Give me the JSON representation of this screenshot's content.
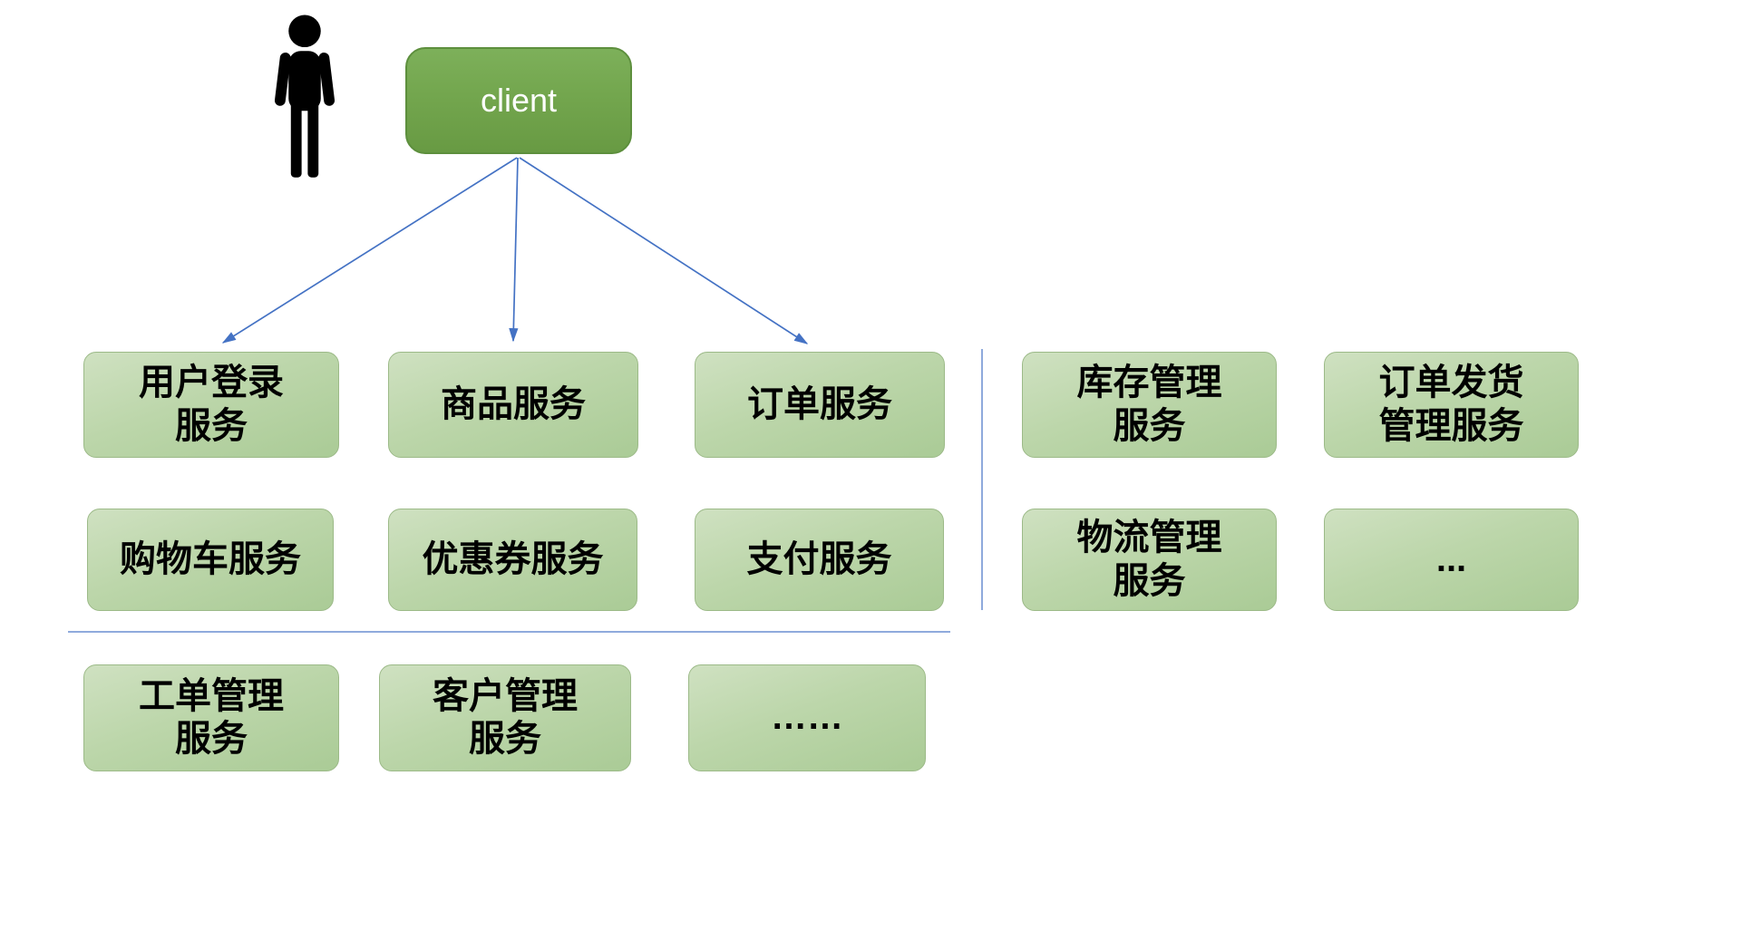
{
  "page": {
    "background": "#ffffff"
  },
  "colors": {
    "client_fill": "#73a64e",
    "client_border": "#5d8f3d",
    "client_text": "#ffffff",
    "service_fill": "#bcd6aa",
    "service_border": "#9cba88",
    "service_text": "#000000",
    "arrow": "#4472c4",
    "divider": "#8faadc",
    "person_icon": "#000000"
  },
  "icons": {
    "person": "person-icon"
  },
  "client": {
    "label": "client"
  },
  "services": {
    "user_login": {
      "text": "用户登录\n服务"
    },
    "product": {
      "text": "商品服务"
    },
    "order": {
      "text": "订单服务"
    },
    "inventory": {
      "text": "库存管理\n服务"
    },
    "order_shipping": {
      "text": "订单发货\n管理服务"
    },
    "cart": {
      "text": "购物车服务"
    },
    "coupon": {
      "text": "优惠券服务"
    },
    "payment": {
      "text": "支付服务"
    },
    "logistics": {
      "text": "物流管理\n服务"
    },
    "more_right": {
      "text": "..."
    },
    "work_order": {
      "text": "工单管理\n服务"
    },
    "customer": {
      "text": "客户管理\n服务"
    },
    "more_bottom": {
      "text": "……"
    }
  }
}
